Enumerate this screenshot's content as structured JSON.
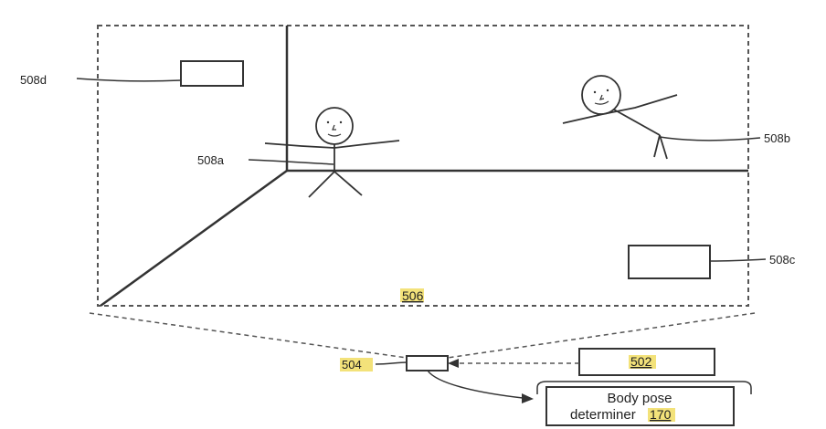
{
  "figure": {
    "labels": {
      "scene": "506",
      "person_a": "508a",
      "person_b": "508b",
      "object_c": "508c",
      "object_d": "508d",
      "camera": "504",
      "source": "502",
      "determiner_line1": "Body pose",
      "determiner_line2": "determiner",
      "determiner_ref": "170"
    },
    "highlight_color": "#f3e27a"
  }
}
